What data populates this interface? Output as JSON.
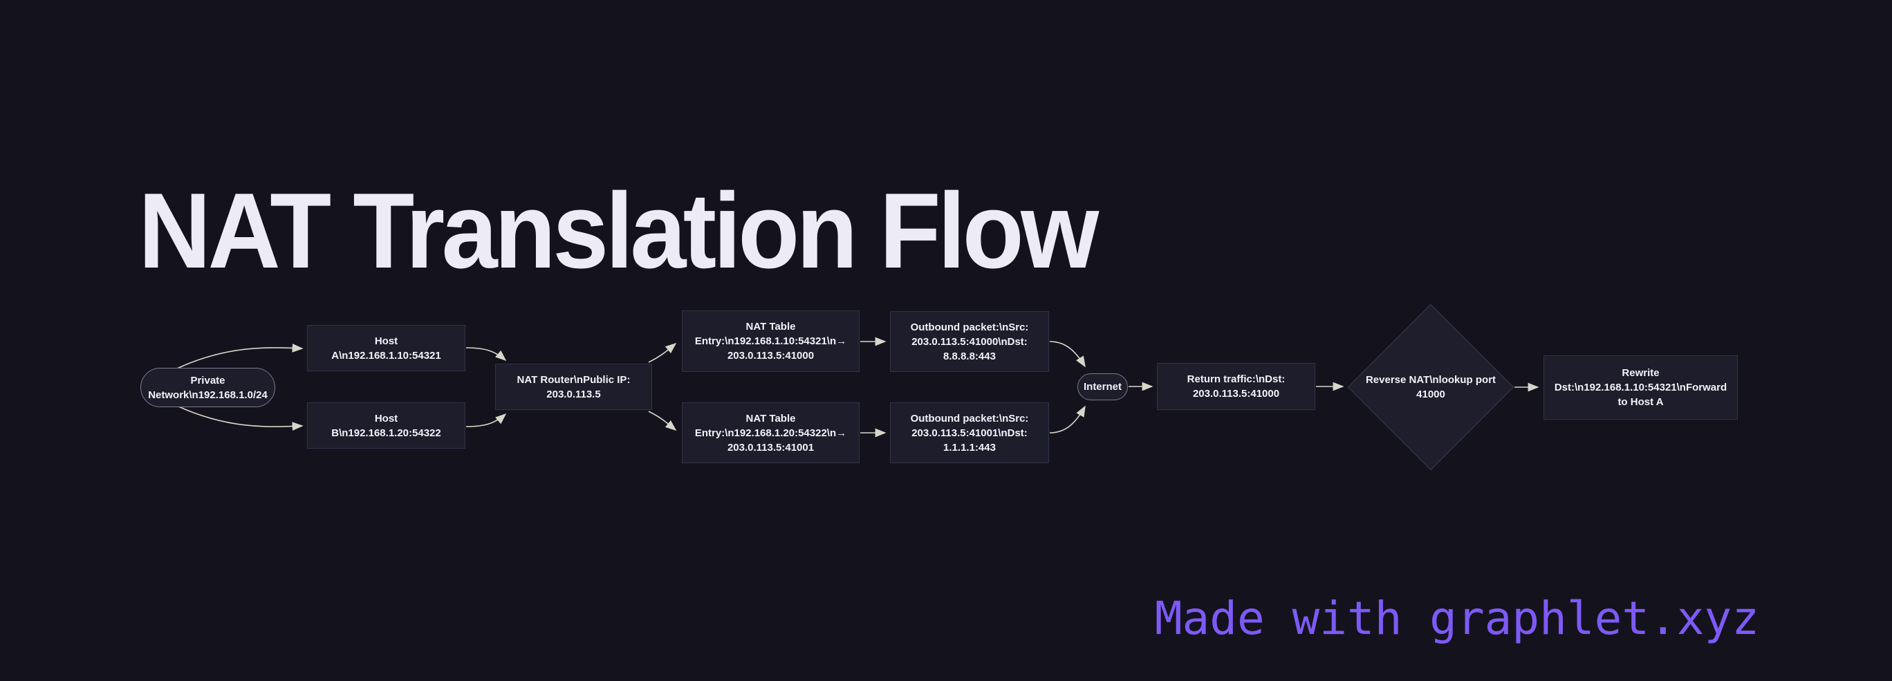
{
  "title": "NAT Translation Flow",
  "footer": {
    "credit": "Made with graphlet.xyz"
  },
  "colors": {
    "background": "#14131d",
    "node_fill": "#1e1d2b",
    "rect_border": "#32314a",
    "stadium_border": "#7b7990",
    "diamond_border": "#3a3950",
    "edge": "#d8d6ca",
    "node_text": "#f3f1f9",
    "title_text": "#ecebf6",
    "credit_purple": "#7d5af7"
  },
  "diagram": {
    "nodes": [
      {
        "id": "private-network",
        "shape": "stadium",
        "lines": [
          "Private",
          "Network\\n192.168.1.0/24"
        ]
      },
      {
        "id": "host-a",
        "shape": "rect",
        "lines": [
          "Host",
          "A\\n192.168.1.10:54321"
        ]
      },
      {
        "id": "host-b",
        "shape": "rect",
        "lines": [
          "Host",
          "B\\n192.168.1.20:54322"
        ]
      },
      {
        "id": "nat-router",
        "shape": "rect",
        "lines": [
          "NAT Router\\nPublic IP:",
          "203.0.113.5"
        ]
      },
      {
        "id": "nat-table-a",
        "shape": "rect",
        "lines": [
          "NAT Table",
          "Entry:\\n192.168.1.10:54321\\n→",
          "203.0.113.5:41000"
        ]
      },
      {
        "id": "nat-table-b",
        "shape": "rect",
        "lines": [
          "NAT Table",
          "Entry:\\n192.168.1.20:54322\\n→",
          "203.0.113.5:41001"
        ]
      },
      {
        "id": "outbound-a",
        "shape": "rect",
        "lines": [
          "Outbound packet:\\nSrc:",
          "203.0.113.5:41000\\nDst:",
          "8.8.8.8:443"
        ]
      },
      {
        "id": "outbound-b",
        "shape": "rect",
        "lines": [
          "Outbound packet:\\nSrc:",
          "203.0.113.5:41001\\nDst:",
          "1.1.1.1:443"
        ]
      },
      {
        "id": "internet",
        "shape": "stadium",
        "lines": [
          "Internet"
        ]
      },
      {
        "id": "return-traffic",
        "shape": "rect",
        "lines": [
          "Return traffic:\\nDst:",
          "203.0.113.5:41000"
        ]
      },
      {
        "id": "reverse-nat",
        "shape": "diamond",
        "lines": [
          "Reverse NAT\\nlookup port",
          "41000"
        ]
      },
      {
        "id": "rewrite",
        "shape": "rect",
        "lines": [
          "Rewrite",
          "Dst:\\n192.168.1.10:54321\\nForward",
          "to Host A"
        ]
      }
    ],
    "edges": [
      {
        "from": "private-network",
        "to": "host-a"
      },
      {
        "from": "private-network",
        "to": "host-b"
      },
      {
        "from": "host-a",
        "to": "nat-router"
      },
      {
        "from": "host-b",
        "to": "nat-router"
      },
      {
        "from": "nat-router",
        "to": "nat-table-a"
      },
      {
        "from": "nat-router",
        "to": "nat-table-b"
      },
      {
        "from": "nat-table-a",
        "to": "outbound-a"
      },
      {
        "from": "nat-table-b",
        "to": "outbound-b"
      },
      {
        "from": "outbound-a",
        "to": "internet"
      },
      {
        "from": "outbound-b",
        "to": "internet"
      },
      {
        "from": "internet",
        "to": "return-traffic"
      },
      {
        "from": "return-traffic",
        "to": "reverse-nat"
      },
      {
        "from": "reverse-nat",
        "to": "rewrite"
      }
    ]
  }
}
